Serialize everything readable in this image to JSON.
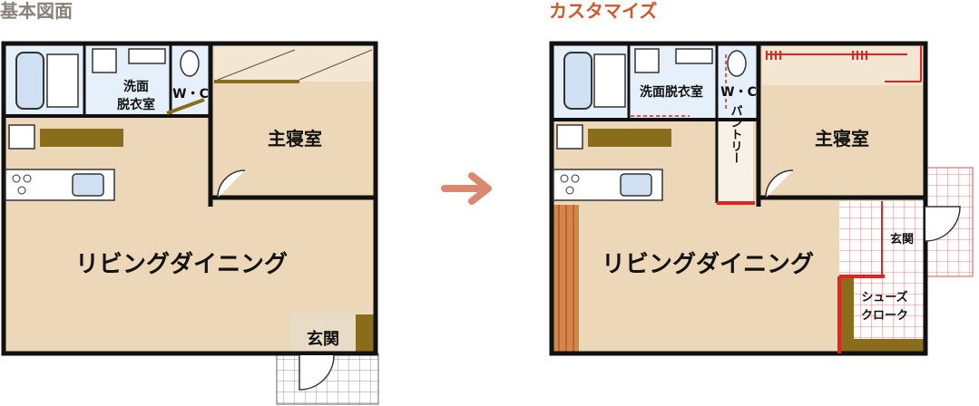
{
  "titles": {
    "basic": "基本図面",
    "custom": "カスタマイズ"
  },
  "colors": {
    "title_basic": "#8a8178",
    "title_custom": "#d2562c",
    "arrow": "#d98a6e",
    "floor": "#ecd8b8",
    "wet_area": "#e6f0fa",
    "wall": "#111111",
    "storage_brown": "#8a6d1c",
    "custom_red": "#e32222",
    "tile": "#bdbdbd"
  },
  "basic_plan": {
    "rooms": {
      "washroom_line1": "洗面",
      "washroom_line2": "脱衣室",
      "wc": "W・C",
      "bedroom": "主寝室",
      "living": "リビングダイニング",
      "entrance": "玄関"
    }
  },
  "custom_plan": {
    "rooms": {
      "washroom": "洗面脱衣室",
      "wc": "W・C",
      "pantry": "パントリー",
      "bedroom": "主寝室",
      "entrance": "玄関",
      "living": "リビングダイニング",
      "shoes_line1": "シューズ",
      "shoes_line2": "クローク"
    }
  }
}
